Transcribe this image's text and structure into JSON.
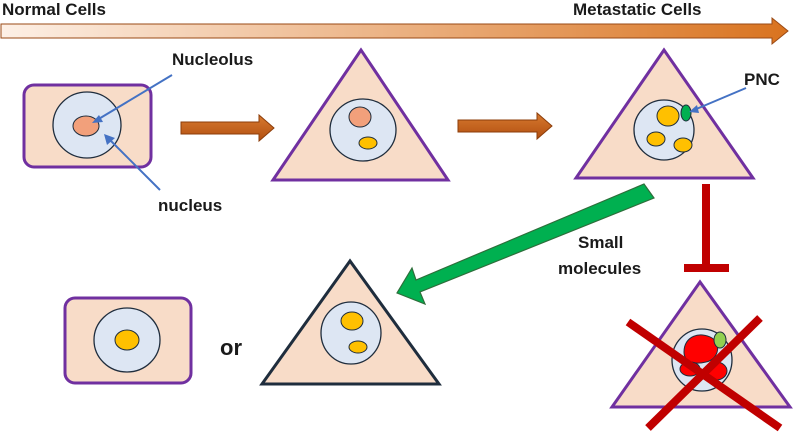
{
  "header": {
    "left_label": "Normal Cells",
    "right_label": "Metastatic Cells"
  },
  "labels": {
    "nucleolus": "Nucleolus",
    "nucleus": "nucleus",
    "pnc": "PNC",
    "small_molecules_line1": "Small",
    "small_molecules_line2": "molecules",
    "or": "or"
  },
  "colors": {
    "cytoplasm": "#f8dcc8",
    "cell_border_purple": "#7030a0",
    "cell_border_dark": "#1f2d3d",
    "nucleus_fill": "#dde6f3",
    "nucleolus_normal": "#f2a07b",
    "nucleolus_yellow": "#ffc000",
    "pnc_green": "#00b050",
    "progress_arrow": "#c55a11",
    "small_molecule_arrow": "#00b050",
    "inhibit": "#c00000",
    "red_blob": "#ff0000",
    "pointer_line": "#4472c4"
  }
}
